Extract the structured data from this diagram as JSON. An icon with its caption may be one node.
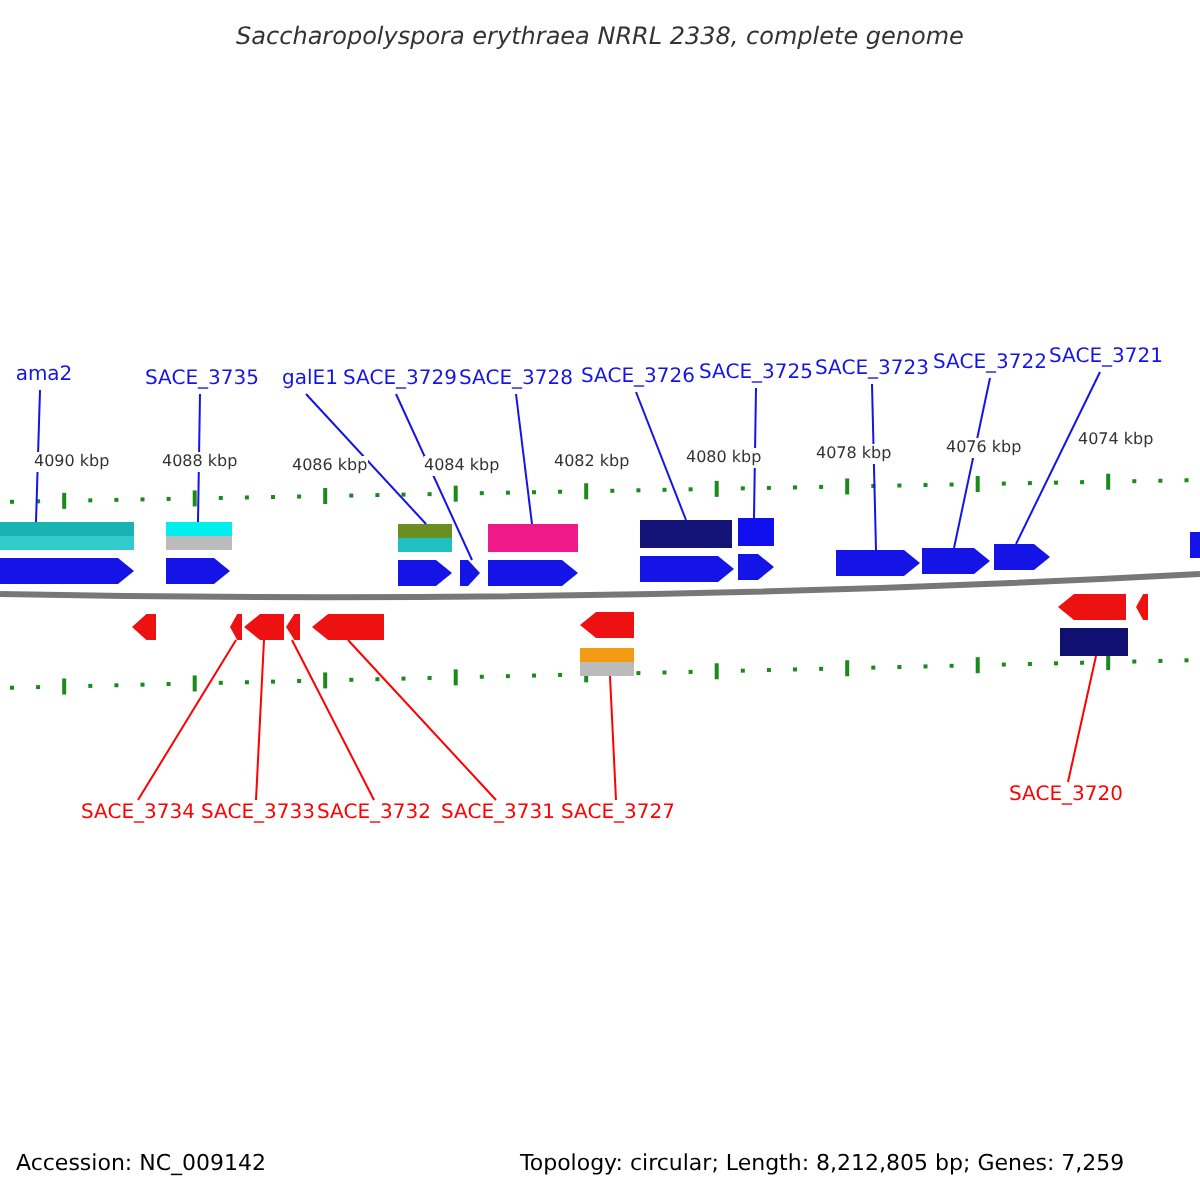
{
  "diagram": {
    "title": "Saccharopolyspora erythraea NRRL 2338, complete genome",
    "nodes": [
      {
        "text": [
          "ama2"
        ]
      },
      {
        "text": [
          "SACE_3735"
        ]
      },
      {
        "text": [
          "galE1"
        ]
      },
      {
        "text": [
          "SACE_3729"
        ]
      },
      {
        "text": [
          "SACE_3728"
        ]
      },
      {
        "text": [
          "SACE_3726"
        ]
      },
      {
        "text": [
          "SACE_3725"
        ]
      },
      {
        "text": [
          "SACE_3723"
        ]
      },
      {
        "text": [
          "SACE_3722"
        ]
      },
      {
        "text": [
          "SACE_3721"
        ]
      },
      {
        "text": [
          "SACE_3734"
        ]
      },
      {
        "text": [
          "SACE_3733"
        ]
      },
      {
        "text": [
          "SACE_3732"
        ]
      },
      {
        "text": [
          "SACE_3731"
        ]
      },
      {
        "text": [
          "SACE_3727"
        ]
      },
      {
        "text": [
          "SACE_3720"
        ]
      },
      {
        "text": [],
        "shape": "bar"
      },
      {
        "text": [],
        "shape": "bar"
      },
      {
        "text": [],
        "shape": "bar"
      },
      {
        "text": [],
        "shape": "bar"
      },
      {
        "text": [],
        "shape": "bar"
      },
      {
        "text": [],
        "shape": "bar"
      },
      {
        "text": [],
        "shape": "arrow"
      },
      {
        "text": [],
        "shape": "arrow"
      },
      {
        "text": [],
        "shape": "arrow"
      },
      {
        "text": [],
        "shape": "arrow"
      },
      {
        "text": [],
        "shape": "arrow"
      },
      {
        "text": [],
        "shape": "arrow"
      },
      {
        "text": [],
        "shape": "arrow"
      },
      {
        "text": [],
        "shape": "arrow"
      },
      {
        "text": [],
        "shape": "arrow"
      },
      {
        "text": [],
        "shape": "arrow"
      },
      {
        "text": [],
        "shape": "arrow"
      },
      {
        "text": [],
        "shape": "arrow"
      },
      {
        "text": [],
        "shape": "arrow"
      },
      {
        "text": [],
        "shape": "arrow"
      },
      {
        "text": [],
        "shape": "arrow"
      },
      {
        "text": [],
        "shape": "arrow"
      },
      {
        "text": [],
        "shape": "arrow"
      },
      {
        "text": [],
        "shape": "arrow"
      },
      {
        "text": [],
        "shape": "arrow"
      },
      {
        "text": [],
        "shape": "bar"
      },
      {
        "text": [],
        "shape": "bar"
      }
    ],
    "edges": [
      {
        "from": 0,
        "to": 16,
        "arrow": "none"
      },
      {
        "from": 1,
        "to": 17,
        "arrow": "none"
      },
      {
        "from": 2,
        "to": 18,
        "arrow": "none"
      },
      {
        "from": 3,
        "to": 25,
        "arrow": "none"
      },
      {
        "from": 4,
        "to": 19,
        "arrow": "none"
      },
      {
        "from": 5,
        "to": 20,
        "arrow": "none"
      },
      {
        "from": 6,
        "to": 21,
        "arrow": "none"
      },
      {
        "from": 7,
        "to": 29,
        "arrow": "none"
      },
      {
        "from": 8,
        "to": 30,
        "arrow": "none"
      },
      {
        "from": 9,
        "to": 31,
        "arrow": "none"
      },
      {
        "from": 10,
        "to": 34,
        "arrow": "none",
        "color": "#ff0000"
      },
      {
        "from": 11,
        "to": 35,
        "arrow": "none",
        "color": "#ff0000"
      },
      {
        "from": 12,
        "to": 36,
        "arrow": "none",
        "color": "#ff0000"
      },
      {
        "from": 13,
        "to": 37,
        "arrow": "none",
        "color": "#ff0000"
      },
      {
        "from": 14,
        "to": 41,
        "arrow": "none",
        "color": "#ff0000"
      },
      {
        "from": 15,
        "to": 42,
        "arrow": "none",
        "color": "#ff0000"
      }
    ],
    "labels": [
      "4090 kbp",
      "4088 kbp",
      "4086 kbp",
      "4084 kbp",
      "4082 kbp",
      "4080 kbp",
      "4078 kbp",
      "4076 kbp",
      "4074 kbp",
      "Accession: NC_009142",
      "Topology: circular; Length: 8,212,805 bp; Genes: 7,259"
    ]
  }
}
